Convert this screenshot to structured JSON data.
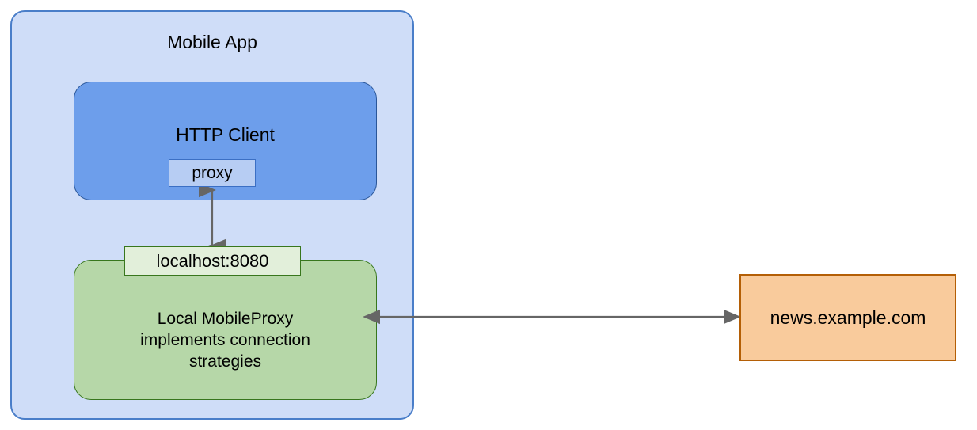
{
  "diagram": {
    "title": "Mobile App",
    "nodes": {
      "mobile_app": {
        "label": "Mobile App",
        "fill": "#cfddf8",
        "stroke": "#4a7ec9"
      },
      "http_client": {
        "label": "HTTP Client",
        "fill": "#6d9eeb",
        "stroke": "#2a5699"
      },
      "proxy_chip": {
        "label": "proxy",
        "fill": "#b7cdf3",
        "stroke": "#3b6fc4"
      },
      "localhost_chip": {
        "label": "localhost:8080",
        "fill": "#e2efda",
        "stroke": "#38761d"
      },
      "local_proxy": {
        "line1": "Local MobileProxy",
        "line2": "implements connection",
        "line3": "strategies",
        "fill": "#b6d7a8",
        "stroke": "#38761d"
      },
      "remote_server": {
        "label": "news.example.com",
        "fill": "#f9cb9c",
        "stroke": "#b45f06"
      }
    },
    "connectors": [
      {
        "name": "proxy-to-localhost",
        "from": "proxy",
        "to": "localhost:8080",
        "direction": "bidirectional",
        "orientation": "vertical",
        "color": "#666666"
      },
      {
        "name": "localproxy-to-server",
        "from": "Local MobileProxy",
        "to": "news.example.com",
        "direction": "bidirectional",
        "orientation": "horizontal",
        "color": "#666666"
      }
    ]
  }
}
